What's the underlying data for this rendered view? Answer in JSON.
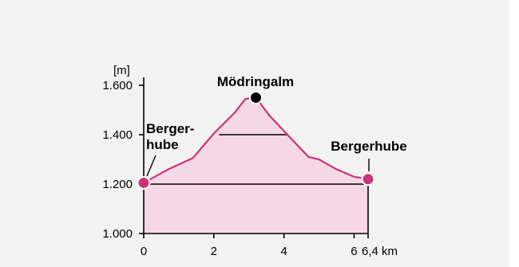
{
  "chart_data": {
    "type": "area",
    "ylabel": "[m]",
    "x_unit_label": "6,4 km",
    "xlim": [
      0,
      6.4
    ],
    "ylim": [
      1000,
      1600
    ],
    "x_ticks": [
      {
        "value": 0,
        "label": "0"
      },
      {
        "value": 2,
        "label": "2"
      },
      {
        "value": 4,
        "label": "4"
      },
      {
        "value": 6,
        "label": "6"
      }
    ],
    "y_ticks": [
      {
        "value": 1000,
        "label": "1.000"
      },
      {
        "value": 1200,
        "label": "1.200"
      },
      {
        "value": 1400,
        "label": "1.400"
      },
      {
        "value": 1600,
        "label": "1.600"
      }
    ],
    "series": [
      {
        "x": [
          0,
          0.7,
          1.4,
          2.0,
          2.6,
          2.9,
          3.2,
          3.6,
          4.2,
          4.7,
          5.0,
          5.5,
          6.0,
          6.4
        ],
        "y": [
          1205,
          1260,
          1305,
          1405,
          1490,
          1545,
          1550,
          1475,
          1385,
          1310,
          1300,
          1260,
          1230,
          1220
        ]
      }
    ],
    "reference_lines": [
      {
        "y": 1200,
        "x_start": 0,
        "x_end": 6.4
      },
      {
        "y": 1400,
        "x_start": 2.15,
        "x_end": 4.1
      }
    ],
    "points": [
      {
        "name": "Berger-\nhube",
        "lines": [
          "Berger-",
          "hube"
        ],
        "x": 0,
        "y": 1205,
        "marker_color": "#cc3377"
      },
      {
        "name": "Mödringalm",
        "lines": [
          "Mödringalm"
        ],
        "x": 3.2,
        "y": 1550,
        "marker_color": "#000000"
      },
      {
        "name": "Bergerhube",
        "lines": [
          "Bergerhube"
        ],
        "x": 6.4,
        "y": 1220,
        "marker_color": "#cc3377"
      }
    ],
    "colors": {
      "line": "#cc3377",
      "fill": "#f5d7e6",
      "axis": "#000000",
      "reference": "#000000"
    }
  }
}
